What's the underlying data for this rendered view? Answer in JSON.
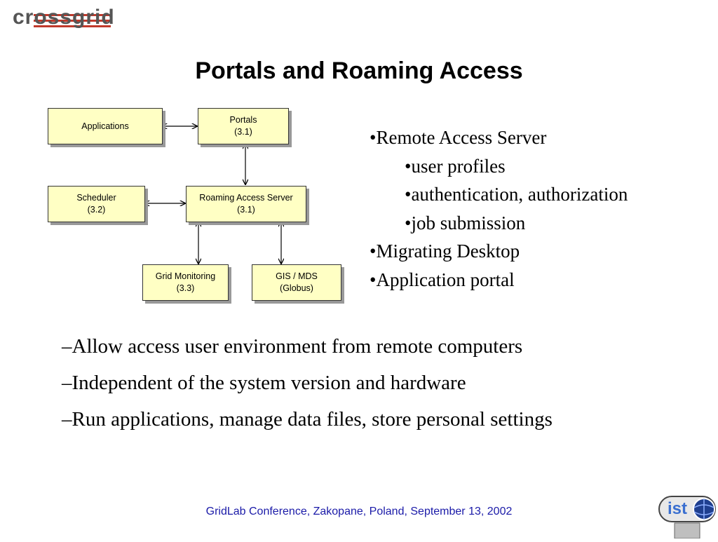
{
  "logo": {
    "text": "crossgrid"
  },
  "title": "Portals and Roaming Access",
  "diagram": {
    "boxes": [
      {
        "id": "applications",
        "lines": [
          "Applications"
        ]
      },
      {
        "id": "portals",
        "lines": [
          "Portals",
          "(3.1)"
        ]
      },
      {
        "id": "scheduler",
        "lines": [
          "Scheduler",
          "(3.2)"
        ]
      },
      {
        "id": "ras",
        "lines": [
          "Roaming Access Server",
          "(3.1)"
        ]
      },
      {
        "id": "gridmon",
        "lines": [
          "Grid Monitoring",
          "(3.3)"
        ]
      },
      {
        "id": "gis",
        "lines": [
          "GIS / MDS",
          "(Globus)"
        ]
      }
    ]
  },
  "bullets": {
    "ras": "•Remote Access Server",
    "ras_sub": [
      "•user profiles",
      "•authentication, authorization",
      "•job submission"
    ],
    "desktop": "•Migrating Desktop",
    "portal": "•Application portal"
  },
  "dashes": [
    "–Allow access user environment from remote computers",
    "–Independent of the system version and hardware",
    "–Run applications, manage data files, store personal settings"
  ],
  "footer": "GridLab Conference, Zakopane, Poland, September 13, 2002",
  "ist_logo": {
    "text": "ist"
  }
}
